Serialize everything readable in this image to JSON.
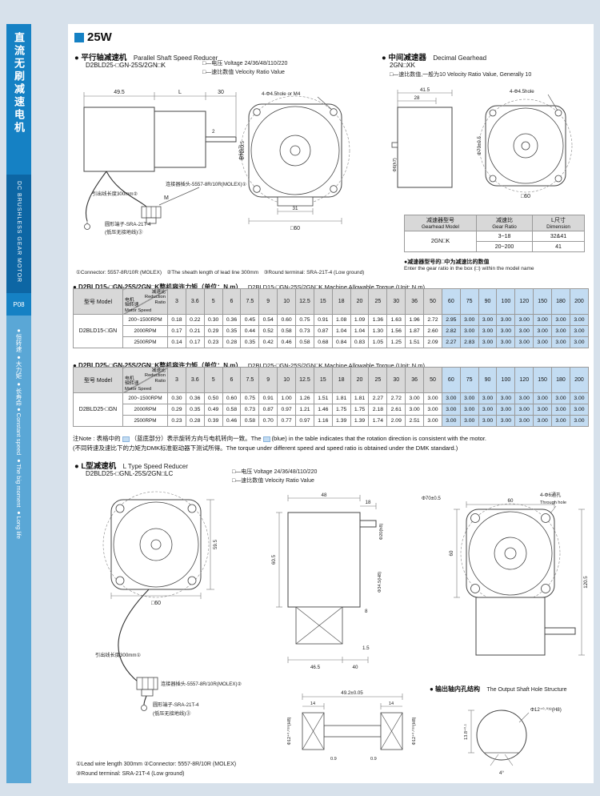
{
  "page": {
    "title": "25W"
  },
  "sidebar": {
    "title_cn": "直流无刷减速电机",
    "title_en": "DC BRUSHLESS GEAR MOTOR",
    "page_no": "P08",
    "features_cn": "●恒转速 ●大力矩 ●长寿命",
    "features_en": "●Constant speed ●The big moment ●Long life"
  },
  "parallel": {
    "heading_cn": "● 平行轴减速机",
    "heading_en": "Parallel Shaft Speed Reducer",
    "model": "D2BLD25-□GN-25S/2GN□K",
    "legend_voltage": "□—电压 Voltage 24/36/48/110/220",
    "legend_ratio": "□—速比数值 Velocity Ratio Value",
    "draw": {
      "dim_len_motor": "49.5",
      "dim_len_gear": "L",
      "dim_len_shaft": "30",
      "dim_2": "2",
      "shaft_dia": "Φ6(h7)",
      "holes": "4-Φ4.5hole or M4",
      "pitch_circle": "Φ70±0.5",
      "dim_31": "31",
      "square": "□60",
      "m_label": "M",
      "ann_connector": "连接器插头-5557-8R/10R(MOLEX)①",
      "ann_lead": "引出线长度300mm②",
      "ann_terminal1": "圆形端子-SRA-21T-4",
      "ann_terminal2": "(低压无接地线)③"
    },
    "footnote": "①Connector: 5557-8R/10R (MOLEX)　②The sheath length of lead line 300mm　③Round terminal: SRA-21T-4 (Low ground)"
  },
  "decimal": {
    "heading_cn": "● 中间减速器",
    "heading_en": "Decimal Gearhead",
    "model": "2GN□XK",
    "legend": "□—速比数值,一般为10 Velocity Ratio Value, Generally 10",
    "draw": {
      "dim_41_5": "41.5",
      "dim_28": "28",
      "shaft_dia": "Φ6(h7)",
      "holes": "4-Φ4.5hole",
      "pitch_circle": "Φ70±0.5",
      "square": "□60"
    },
    "table": {
      "h1_cn": "减速器型号",
      "h1_en": "Gearhead Model",
      "h2_cn": "减速比",
      "h2_en": "Gear Ratio",
      "h3_cn": "L尺寸",
      "h3_en": "Dimension",
      "model": "2GN□K",
      "r1_ratio": "3~18",
      "r1_dim": "32&41",
      "r2_ratio": "20~200",
      "r2_dim": "41"
    },
    "note_cn": "●减速器型号的□中为减速比的数值",
    "note_en": "Enter the gear ratio in the box (□) within the model name"
  },
  "torque_tables": [
    {
      "title_cn": "● D2BLD15-□GN-25S/2GN□K整机容许力矩（单位：N.m）",
      "title_en": "D2BLD15-□GN-25S/2GN□K Machine Allowable Torque (Unit: N.m)",
      "col_model": "型号 Model",
      "col_ratio": "减速比\nReduction\nRatio",
      "col_speed": "电机\n轴转速\nMotor Speed",
      "model": "D2BLD15-□GN",
      "ratios": [
        "3",
        "3.6",
        "5",
        "6",
        "7.5",
        "9",
        "10",
        "12.5",
        "15",
        "18",
        "20",
        "25",
        "30",
        "36",
        "50",
        "60",
        "75",
        "90",
        "100",
        "120",
        "150",
        "180",
        "200"
      ],
      "blue_from": 15,
      "rows": [
        {
          "speed": "200~1500RPM",
          "values": [
            "0.18",
            "0.22",
            "0.30",
            "0.36",
            "0.45",
            "0.54",
            "0.60",
            "0.75",
            "0.91",
            "1.08",
            "1.09",
            "1.36",
            "1.63",
            "1.96",
            "2.72",
            "2.95",
            "3.00",
            "3.00",
            "3.00",
            "3.00",
            "3.00",
            "3.00",
            "3.00"
          ]
        },
        {
          "speed": "2000RPM",
          "values": [
            "0.17",
            "0.21",
            "0.29",
            "0.35",
            "0.44",
            "0.52",
            "0.58",
            "0.73",
            "0.87",
            "1.04",
            "1.04",
            "1.30",
            "1.56",
            "1.87",
            "2.60",
            "2.82",
            "3.00",
            "3.00",
            "3.00",
            "3.00",
            "3.00",
            "3.00",
            "3.00"
          ]
        },
        {
          "speed": "2500RPM",
          "values": [
            "0.14",
            "0.17",
            "0.23",
            "0.28",
            "0.35",
            "0.42",
            "0.46",
            "0.58",
            "0.68",
            "0.84",
            "0.83",
            "1.05",
            "1.25",
            "1.51",
            "2.09",
            "2.27",
            "2.83",
            "3.00",
            "3.00",
            "3.00",
            "3.00",
            "3.00",
            "3.00"
          ]
        }
      ]
    },
    {
      "title_cn": "● D2BLD25-□GN-25S/2GN□K整机容许力矩（单位：N.m）",
      "title_en": "D2BLD25-□GN-25S/2GN□K Machine Allowable Torque (Unit: N.m)",
      "col_model": "型号 Model",
      "col_ratio": "减速比\nReduction\nRatio",
      "col_speed": "电机\n轴转速\nMotor Speed",
      "model": "D2BLD25-□GN",
      "ratios": [
        "3",
        "3.6",
        "5",
        "6",
        "7.5",
        "9",
        "10",
        "12.5",
        "15",
        "18",
        "20",
        "25",
        "30",
        "36",
        "50",
        "60",
        "75",
        "90",
        "100",
        "120",
        "150",
        "180",
        "200"
      ],
      "blue_from": 15,
      "rows": [
        {
          "speed": "200~1500RPM",
          "values": [
            "0.30",
            "0.36",
            "0.50",
            "0.60",
            "0.75",
            "0.91",
            "1.00",
            "1.26",
            "1.51",
            "1.81",
            "1.81",
            "2.27",
            "2.72",
            "3.00",
            "3.00",
            "3.00",
            "3.00",
            "3.00",
            "3.00",
            "3.00",
            "3.00",
            "3.00",
            "3.00"
          ]
        },
        {
          "speed": "2000RPM",
          "values": [
            "0.29",
            "0.35",
            "0.49",
            "0.58",
            "0.73",
            "0.87",
            "0.97",
            "1.21",
            "1.46",
            "1.75",
            "1.75",
            "2.18",
            "2.61",
            "3.00",
            "3.00",
            "3.00",
            "3.00",
            "3.00",
            "3.00",
            "3.00",
            "3.00",
            "3.00",
            "3.00"
          ]
        },
        {
          "speed": "2500RPM",
          "values": [
            "0.23",
            "0.28",
            "0.39",
            "0.46",
            "0.58",
            "0.70",
            "0.77",
            "0.97",
            "1.16",
            "1.39",
            "1.39",
            "1.74",
            "2.09",
            "2.51",
            "3.00",
            "3.00",
            "3.00",
            "3.00",
            "3.00",
            "3.00",
            "3.00",
            "3.00",
            "3.00"
          ]
        }
      ]
    }
  ],
  "notes": {
    "p1": "注Note : 表格中的",
    "p2": "（蓝底部分）表示旋转方向与电机转向一致。The",
    "p3": "(blue) in the table indicates that the rotation direction is consistent with the motor.",
    "line2": "(不同转速及速比下的力矩为DMK标准驱动器下测试所得。The torque under different speed and speed ratio is obtained under the DMK standard.)"
  },
  "ltype": {
    "heading_cn": "● L型减速机",
    "heading_en": "L Type Speed Reducer",
    "model": "D2BLD25-□GNL-25S/2GN□LC",
    "legend_voltage": "□—电压 Voltage 24/36/48/110/220",
    "legend_ratio": "□—速比数值 Velocity Ratio Value",
    "front": {
      "dim_59_5": "59.5",
      "square": "□60",
      "ann_lead": "引出线长度300mm①",
      "ann_connector": "连接器插头-5557-8R/10R(MOLEX)②",
      "ann_terminal1": "圆形端子-SRA-21T-4",
      "ann_terminal2": "(低压无接地线)③"
    },
    "side": {
      "dim_48": "48",
      "dim_18": "18",
      "dim_60_5": "60.5",
      "dim_8": "8",
      "dim_1_5": "1.5",
      "dim_46_5": "46.5",
      "dim_40": "40",
      "shaft_dia": "Φ20(h8)",
      "bore_dia": "Φ34.5(H8)"
    },
    "output_view": {
      "pitch_circle": "Φ70±0.5",
      "dim_60_top": "60",
      "holes_cn": "4-Φ6通孔",
      "holes_en": "Through hole",
      "dim_60_left": "60",
      "dim_120_5": "120.5"
    },
    "shaft_section": {
      "dim_49_2": "49.2±0.05",
      "dim_14_left": "14",
      "dim_14_right": "14",
      "dim_09_left": "0.9",
      "dim_09_right": "0.9",
      "bore_left": "Φ12⁺⁰·⁰¹⁸(H8)",
      "bore_right": "Φ12⁺⁰·⁰¹⁸(H8)"
    },
    "hole_structure": {
      "heading_cn": "● 输出轴内孔结构",
      "heading_en": "The Output Shaft Hole Structure",
      "bore": "Φ12⁺⁰·⁰¹⁸(H8)",
      "depth": "13.8⁺⁰·¹",
      "angle": "4°"
    },
    "note1": "①Lead wire length 300mm ②Connector: 5557-8R/10R (MOLEX)",
    "note2": "③Round terminal: SRA-21T-4 (Low ground)"
  }
}
